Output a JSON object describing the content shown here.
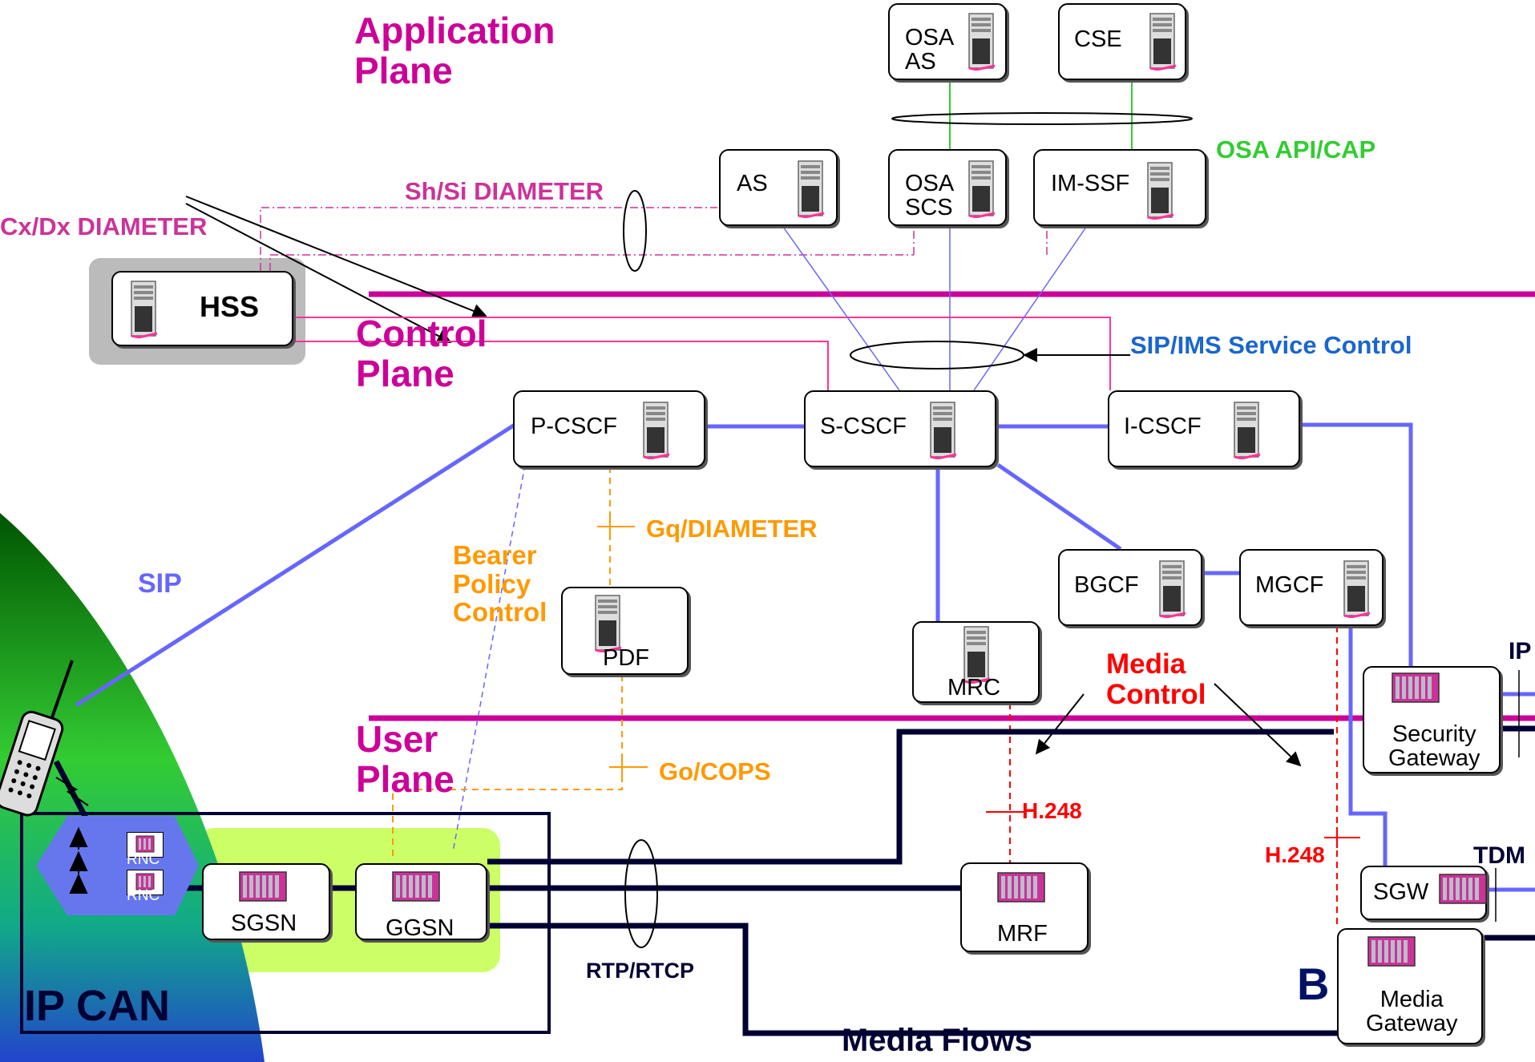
{
  "planes": {
    "application": "Application\nPlane",
    "control": "Control\nPlane",
    "user": "User\nPlane"
  },
  "labels": {
    "cx_dx": "Cx/Dx DIAMETER",
    "sh_si": "Sh/Si DIAMETER",
    "osa_api_cap": "OSA API/CAP",
    "sip_ims_service_control": "SIP/IMS Service Control",
    "sip": "SIP",
    "gq_diameter": "Gq/DIAMETER",
    "bearer_policy_control": "Bearer\nPolicy\nControl",
    "go_cops": "Go/COPS",
    "media_control": "Media\nControl",
    "h248_left": "H.248",
    "h248_right": "H.248",
    "rtp_rtcp": "RTP/RTCP",
    "media_flows": "Media Flows",
    "ip_can": "IP CAN",
    "ip_edge": "IP",
    "tdm_edge": "TDM",
    "b_edge": "B"
  },
  "nodes": {
    "osa_as": "OSA\nAS",
    "cse": "CSE",
    "as": "AS",
    "osa_scs": "OSA\nSCS",
    "im_ssf": "IM-SSF",
    "hss": "HSS",
    "p_cscf": "P-CSCF",
    "s_cscf": "S-CSCF",
    "i_cscf": "I-CSCF",
    "bgcf": "BGCF",
    "mgcf": "MGCF",
    "pdf": "PDF",
    "mrc": "MRC",
    "security_gateway": "Security\nGateway",
    "sgw": "SGW",
    "media_gateway": "Media\nGateway",
    "mrf": "MRF",
    "sgsn": "SGSN",
    "ggsn": "GGSN",
    "rnc_top": "RNC",
    "rnc_bottom": "RNC"
  },
  "colors": {
    "plane_text": "#cc0099",
    "diameter": "#cc3399",
    "osa_api": "#33cc33",
    "service_control": "#1a66cc",
    "policy": "#ff9900",
    "media_control": "#ff0000",
    "sip_link": "#6666ff",
    "bearer": "#000033",
    "ip_can_zone": "#ccff66",
    "hss_shadow": "#bbbbbb",
    "access_hex": "#6677ee"
  },
  "icons": {
    "server": "server-tower-icon",
    "rack": "equipment-rack-icon",
    "handset": "mobile-handset-icon",
    "antenna": "radio-antenna-icon"
  }
}
